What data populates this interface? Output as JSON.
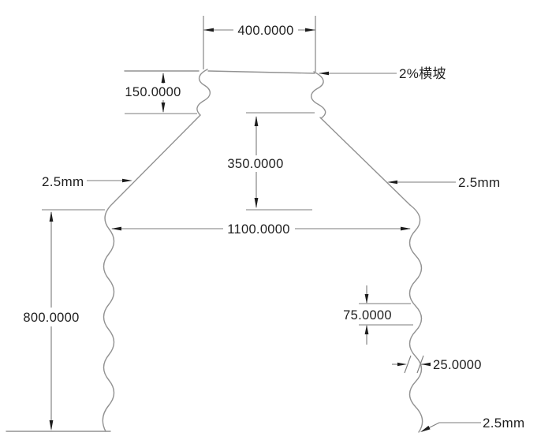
{
  "drawing": {
    "type": "cad-embankment-cross-section",
    "background_color": "#ffffff",
    "geometry_line_color": "#929292",
    "dimension_line_color": "#7b7b7b",
    "text_color": "#1f1f1f",
    "dimensions": {
      "top_width": "400.0000",
      "shoulder_height": "150.0000",
      "upper_height": "350.0000",
      "base_width": "1100.0000",
      "lower_height": "800.0000",
      "wave_pitch": "75.0000",
      "wave_width": "25.0000"
    },
    "leaders": {
      "cross_slope": "2%横坡",
      "left_slope": "2.5mm",
      "right_slope": "2.5mm",
      "bottom_right_slope": "2.5mm"
    }
  }
}
